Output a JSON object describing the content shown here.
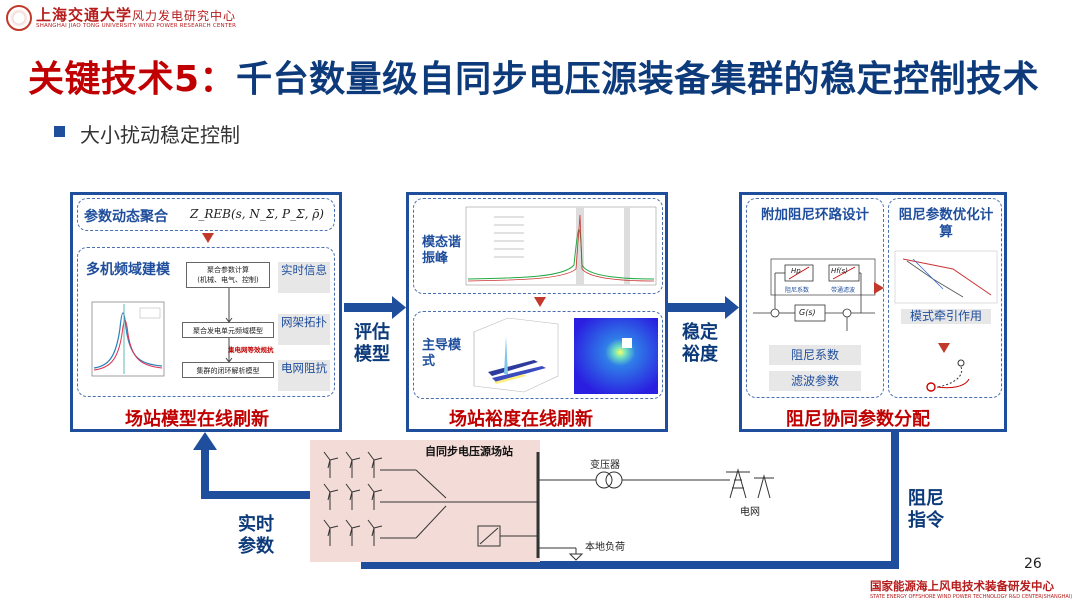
{
  "header": {
    "logo_cn": "上海交通大学",
    "logo_suffix": "风力发电研究中心",
    "logo_en": "SHANGHAI JIAO TONG UNIVERSITY WIND POWER RESEARCH CENTER"
  },
  "title": {
    "prefix": "关键技术5：",
    "main": "千台数量级自同步电压源装备集群的稳定控制技术"
  },
  "bullet": "大小扰动稳定控制",
  "panel1": {
    "agg_label": "参数动态聚合",
    "agg_formula": "Z_REB(s, N_Σ, P_Σ, ρ̄)",
    "multi_label": "多机频域建模",
    "flow": [
      "聚合参数计算",
      "(机械、电气、控制)",
      "聚合发电单元频域模型",
      "集电网等效规抗",
      "集群的闭环解析模型"
    ],
    "side": [
      "实时信息",
      "网架拓扑",
      "电网阻抗"
    ],
    "caption": "场站模型在线刷新"
  },
  "panel2": {
    "label_top": "模态谐振峰",
    "label_bottom": "主导模式",
    "caption": "场站裕度在线刷新"
  },
  "panel3": {
    "left_title": "附加阻尼环路设计",
    "right_title": "阻尼参数优化计算",
    "block_hp": "Hp",
    "block_hf": "Hf(s)",
    "block_g": "G(s)",
    "damp_coef_small": "阻尼系数",
    "filter_small": "带通滤波",
    "btn1": "阻尼系数",
    "btn2": "滤波参数",
    "mode_traction": "模式牵引作用",
    "caption": "阻尼协同参数分配"
  },
  "mid_labels": {
    "eval": "评估模型",
    "margin": "稳定裕度",
    "realtime": "实时参数",
    "damp_cmd": "阻尼指令"
  },
  "station": {
    "title": "自同步电压源场站",
    "transformer": "变压器",
    "grid": "电网",
    "load": "本地负荷"
  },
  "page_number": "26",
  "footer": {
    "cn": "国家能源海上风电技术装备研发中心",
    "en": "STATE ENERGY OFFSHORE WIND POWER TECHNOLOGY R&D CENTER(SHANGHAI)"
  },
  "colors": {
    "accent_blue": "#1f4e9c",
    "title_red": "#c00000",
    "station_bg": "#f3dcd7"
  }
}
